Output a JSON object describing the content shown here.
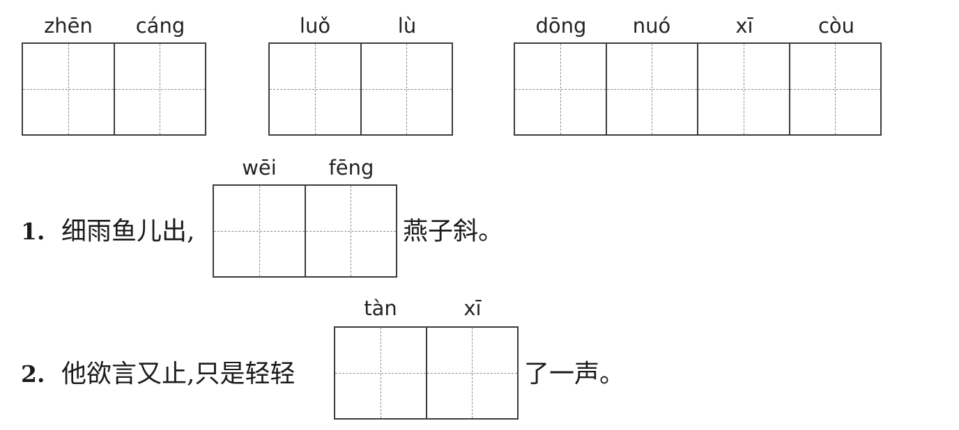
{
  "groups": [
    {
      "pinyin": [
        "zhēn",
        "cáng"
      ]
    },
    {
      "pinyin": [
        "luǒ",
        "lù"
      ]
    },
    {
      "pinyin": [
        "dōng",
        "nuó",
        "xī",
        "còu"
      ]
    }
  ],
  "questions": [
    {
      "number": "1.",
      "before": "细雨鱼儿出,",
      "pinyin": [
        "wēi",
        "fēng"
      ],
      "after": "燕子斜。"
    },
    {
      "number": "2.",
      "before": "他欲言又止,只是轻轻",
      "pinyin": [
        "tàn",
        "xī"
      ],
      "after": "了一声。"
    }
  ]
}
